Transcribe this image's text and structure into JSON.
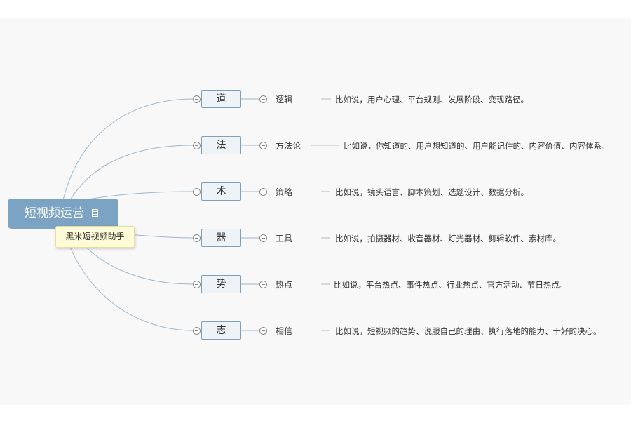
{
  "root": {
    "label": "短视频运营",
    "note_tooltip": "黑米短视频助手"
  },
  "branches": [
    {
      "label": "道",
      "sub": "逻辑",
      "desc": "比如说，用户心理、平台规则、发展阶段、变现路径。"
    },
    {
      "label": "法",
      "sub": "方法论",
      "desc": "比如说，你知道的、用户想知道的、用户能记住的、内容价值、内容体系。"
    },
    {
      "label": "术",
      "sub": "策略",
      "desc": "比如说，镜头语言、脚本策划、选题设计、数据分析。"
    },
    {
      "label": "器",
      "sub": "工具",
      "desc": "比如说，拍摄器材、收音器材、灯光器材、剪辑软件、素材库。"
    },
    {
      "label": "势",
      "sub": "热点",
      "desc": "比如说，平台热点、事件热点、行业热点、官方活动、节日热点。"
    },
    {
      "label": "志",
      "sub": "相信",
      "desc": "比如说，短视频的趋势、说服自己的理由、执行落地的能力、干好的决心。"
    }
  ],
  "colors": {
    "root_fill": "#7ba3c3",
    "branch_border": "#7f9fba",
    "branch_fill": "#eef3f8",
    "connector": "#9db6cc",
    "tooltip_fill": "#fffbd7"
  }
}
